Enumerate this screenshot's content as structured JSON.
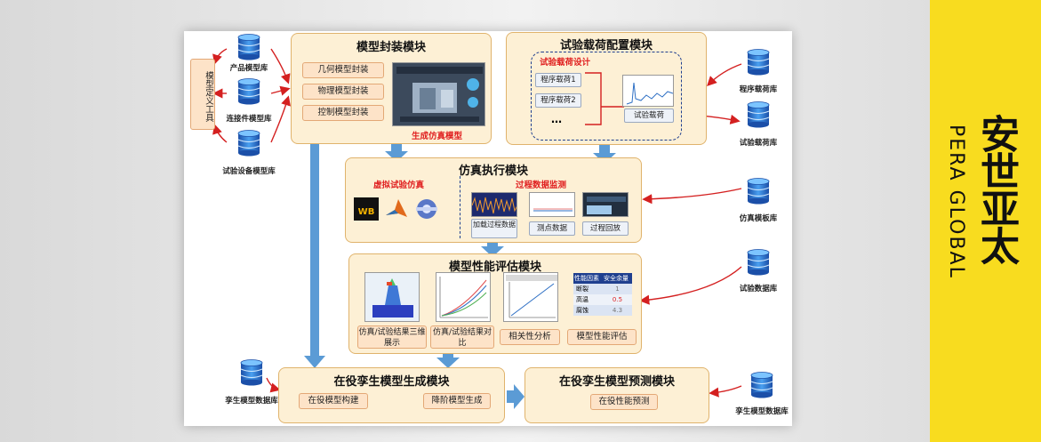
{
  "definition_tool": "模型定义工具",
  "left_dbs": {
    "product": "产品模型库",
    "connector": "连接件模型库",
    "test_equipment": "试验设备模型库"
  },
  "encapsulation": {
    "title": "模型封装模块",
    "items": [
      "几何模型封装",
      "物理模型封装",
      "控制模型封装"
    ],
    "caption": "生成仿真模型"
  },
  "load_config": {
    "title": "试验载荷配置模块",
    "design_label": "试验载荷设计",
    "items": [
      "程序载荷1",
      "程序载荷2",
      "…"
    ],
    "result": "试验载荷"
  },
  "right_dbs": {
    "program_load": "程序载荷库",
    "test_load": "试验载荷库",
    "sim_template": "仿真模板库",
    "test_data": "试验数据库"
  },
  "execution": {
    "title": "仿真执行模块",
    "virtual_label": "虚拟试验仿真",
    "monitor_label": "过程数据监测",
    "monitor_items": [
      "加载过程数据",
      "测点数据",
      "过程回放"
    ],
    "wb_text": "WB"
  },
  "evaluation": {
    "title": "模型性能评估模块",
    "items": [
      "仿真/试验结果三维展示",
      "仿真/试验结果对比",
      "相关性分析",
      "模型性能评估"
    ],
    "table": {
      "headers": [
        "性能因素",
        "安全余量"
      ],
      "rows": [
        [
          "断裂",
          "1"
        ],
        [
          "高温",
          "0.5"
        ],
        [
          "腐蚀",
          "4.3"
        ]
      ]
    }
  },
  "twin_gen": {
    "title": "在役孪生模型生成模块",
    "items": [
      "在役模型构建",
      "降阶模型生成"
    ]
  },
  "twin_pred": {
    "title": "在役孪生模型预测模块",
    "item": "在役性能预测"
  },
  "bottom_dbs": {
    "left": "孪生模型数据库",
    "right": "孪生模型数据库"
  },
  "brand": {
    "cn": "安世亚太",
    "en": "PERA GLOBAL"
  },
  "colors": {
    "accent_red": "#e02020",
    "brand_yellow": "#f8dc1f",
    "module_fill": "#fdf0d5",
    "flow_blue": "#5b9bd5"
  }
}
